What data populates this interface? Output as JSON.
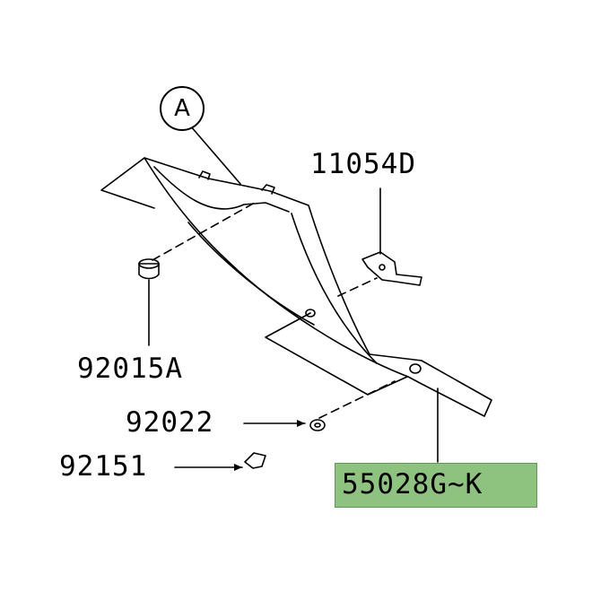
{
  "diagram": {
    "callout": "A",
    "parts": {
      "bracket": "11054D",
      "collar": "92015A",
      "washer": "92022",
      "screw": "92151",
      "cover": "55028G~K"
    },
    "highlight_color": "#8ec27f"
  }
}
